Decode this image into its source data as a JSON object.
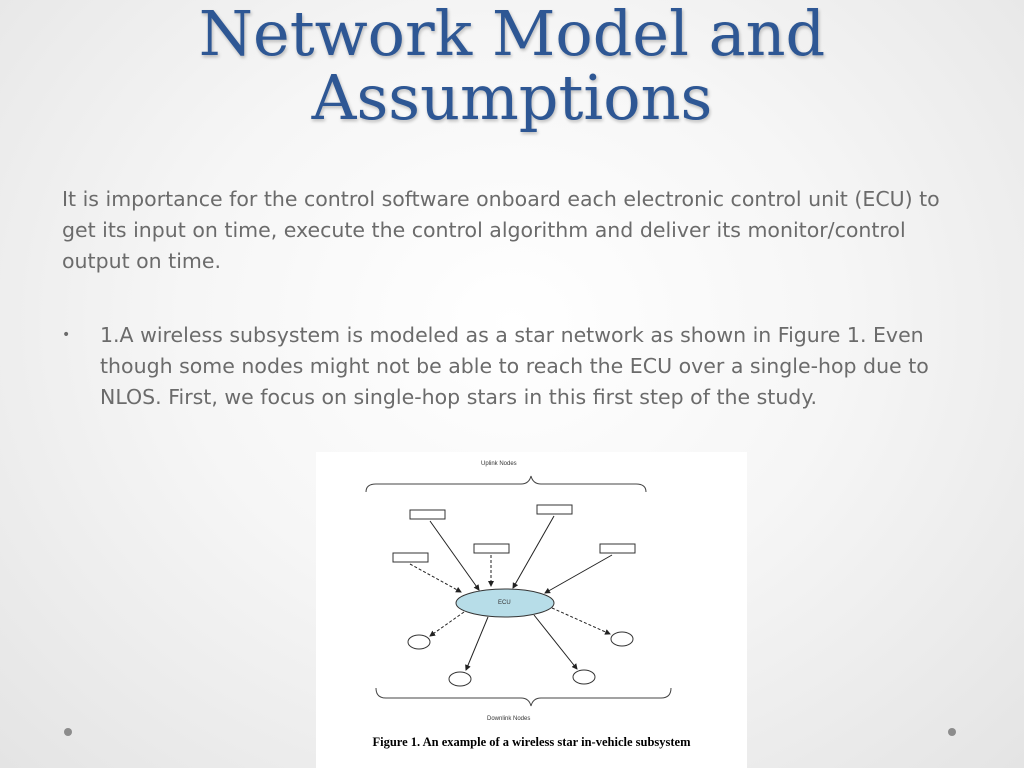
{
  "slide": {
    "title": "Network Model and Assumptions",
    "intro": "It is importance for the control software onboard each electronic control unit (ECU) to get its input on time, execute the control algorithm and deliver its monitor/control output on time.",
    "bullets": [
      {
        "marker": "•",
        "text": "1.A wireless subsystem is modeled as a star network as shown in Figure 1. Even though some nodes might not be able to reach the ECU over a single-hop due to NLOS. First, we focus on single-hop stars in this first step of the study."
      }
    ]
  },
  "figure": {
    "uplink_label": "Uplink Nodes",
    "downlink_label": "Downlink Nodes",
    "ecu_label": "ECU",
    "caption": "Figure 1. An example of a wireless star in-vehicle subsystem"
  },
  "colors": {
    "title": "#2e5794",
    "body_text": "#6b6b6b",
    "ecu_fill": "#b7dde8"
  }
}
